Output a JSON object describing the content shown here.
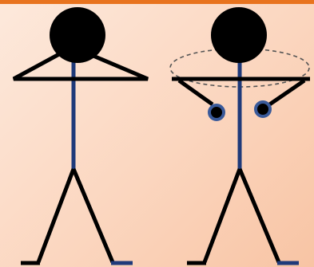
{
  "colors": {
    "background_light": "#fde9dc",
    "background_dark": "#f8c4a4",
    "top_rule": "#e8731e",
    "limb": "#000000",
    "spine": "#1f3a7a",
    "hand_ring": "#3a5a9a",
    "rotation_path": "#555555"
  },
  "figures": [
    {
      "name": "hands-behind-head",
      "icon": "stick-figure-hands-on-head"
    },
    {
      "name": "arms-rotation",
      "icon": "stick-figure-arm-circles",
      "rotation_indicator": "dashed-ellipse"
    }
  ]
}
